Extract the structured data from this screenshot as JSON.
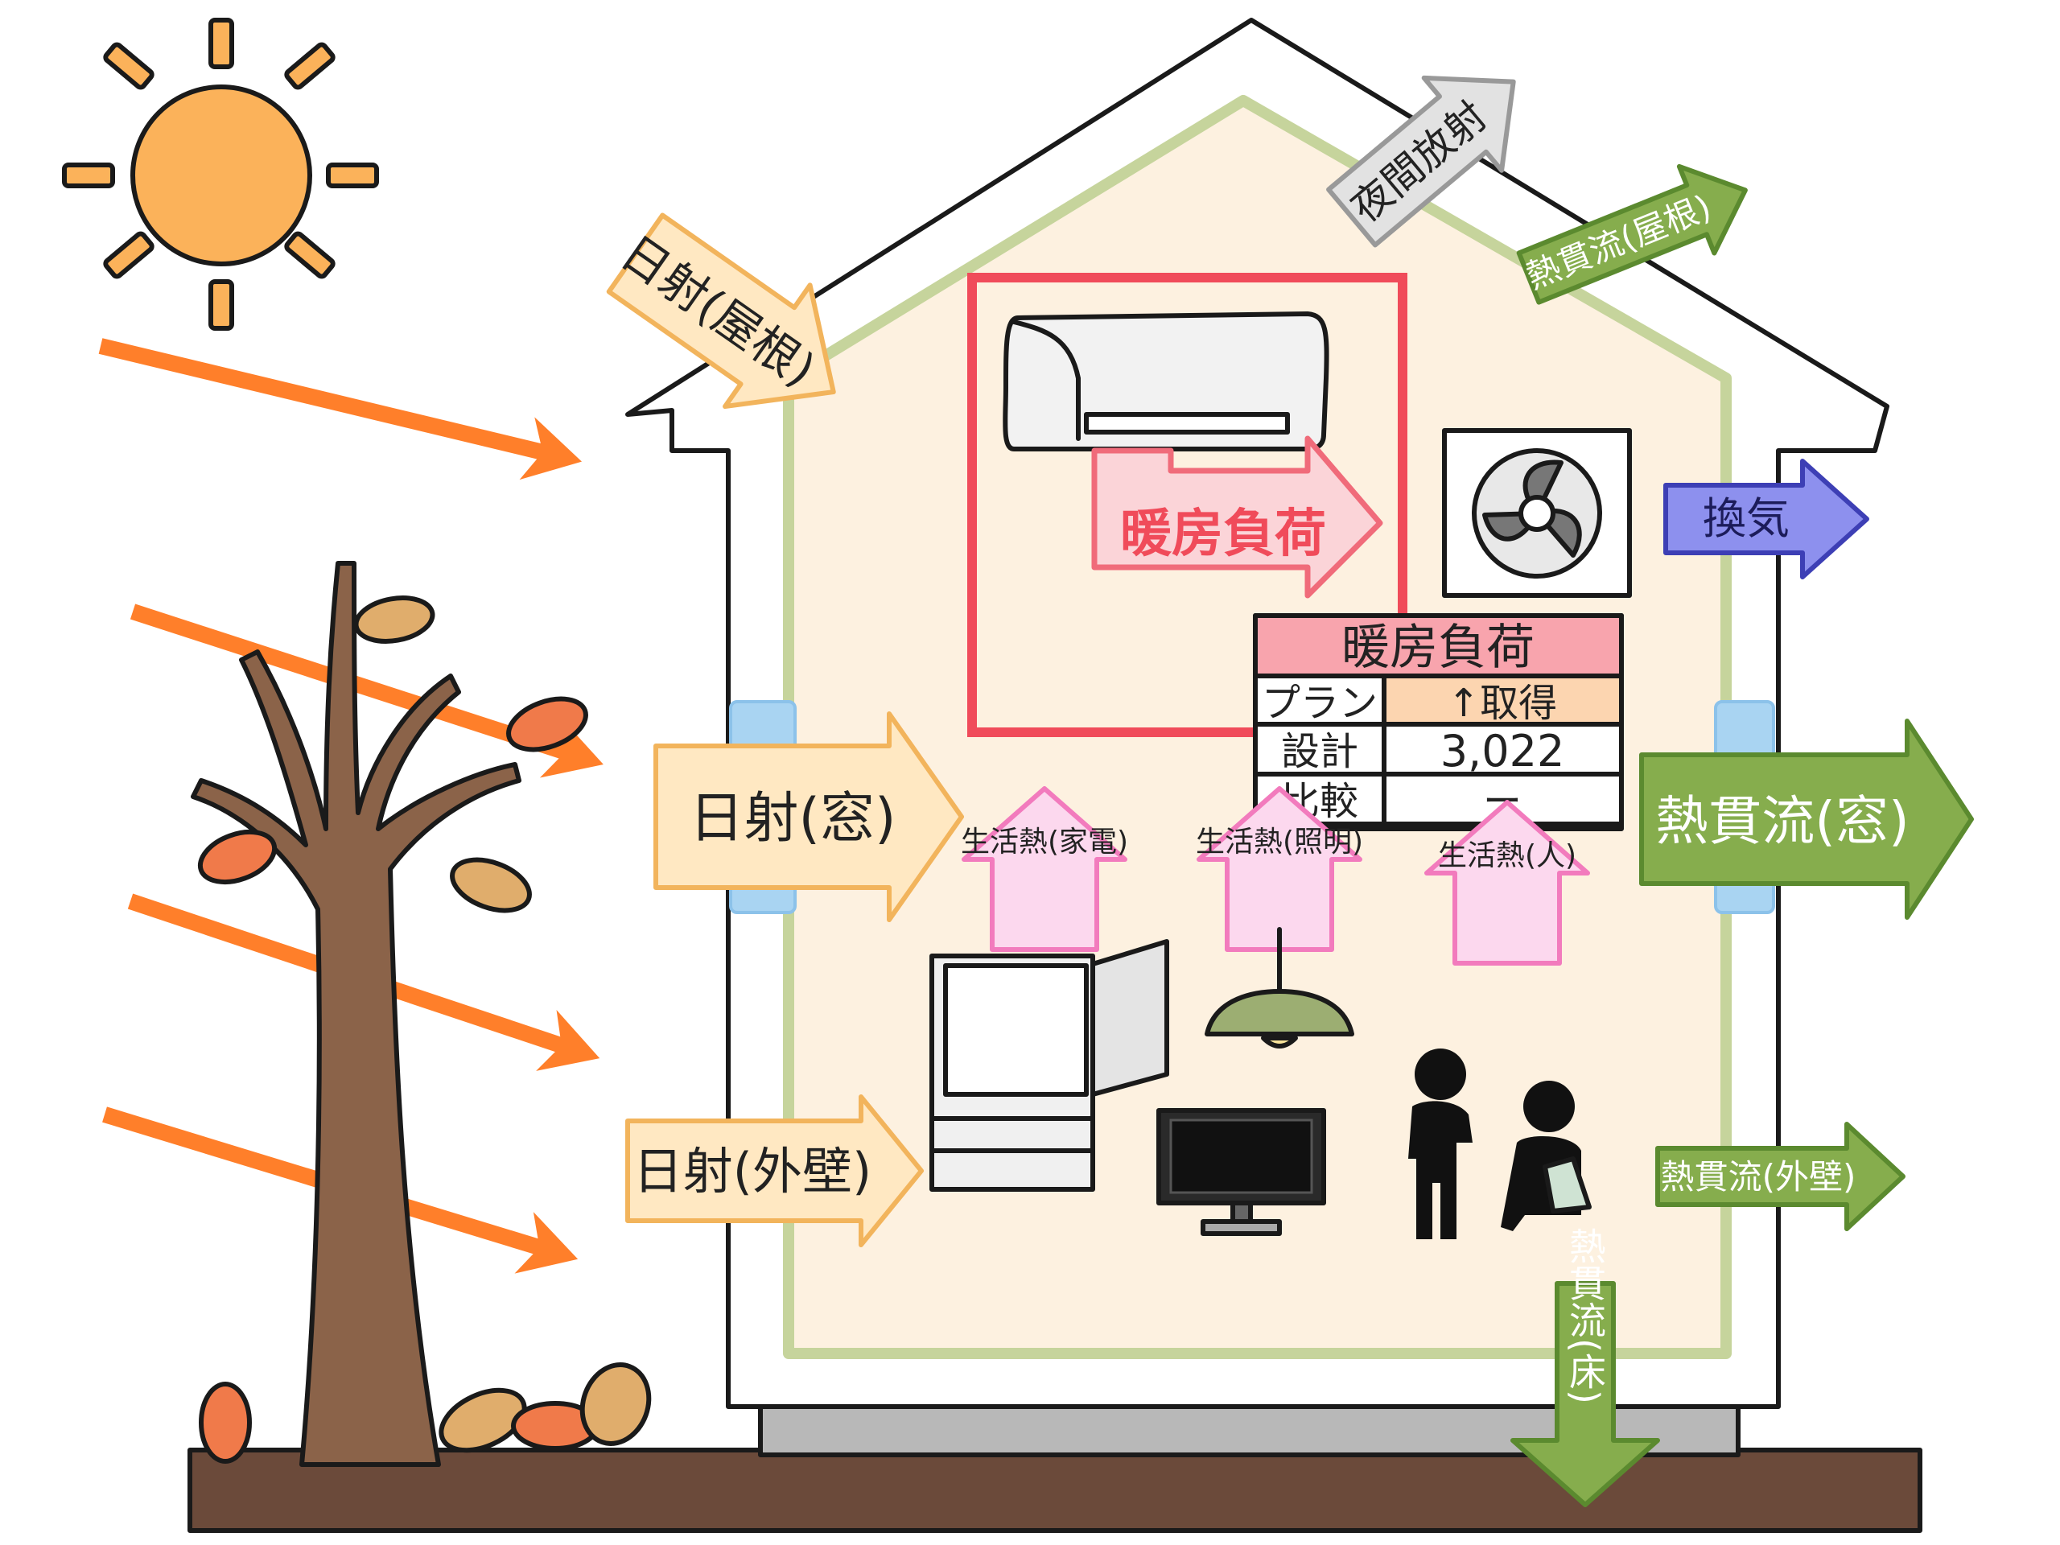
{
  "labels": {
    "solar_roof": "日射(屋根)",
    "solar_window": "日射(窓)",
    "solar_wall": "日射(外壁)",
    "night_radiation": "夜間放射",
    "transmission_roof": "熱貫流(屋根)",
    "ventilation": "換気",
    "transmission_window": "熱貫流(窓)",
    "transmission_wall": "熱貫流(外壁)",
    "transmission_floor": "熱貫流(床)",
    "heating_load_arrow": "暖房負荷",
    "internal_heat_appliance": "生活熱(家電)",
    "internal_heat_lighting": "生活熱(照明)",
    "internal_heat_people": "生活熱(人)"
  },
  "load_table": {
    "title": "暖房負荷",
    "rows": [
      {
        "label": "プラン",
        "value": "↑取得"
      },
      {
        "label": "設計",
        "value": "3,022"
      },
      {
        "label": "比較",
        "value": "ー"
      }
    ]
  },
  "colors": {
    "solar": "#ff7f2a",
    "solar_label_fill": "#ffe8c2",
    "transmission": "#6e9a3a",
    "ventilation": "#5c5fd6",
    "heating": "#f06b7a",
    "internal_heat": "#f27bbd",
    "night_radiation": "#cfcfcf",
    "house_interior": "#fdf1e0",
    "ground": "#6b4a3a"
  }
}
